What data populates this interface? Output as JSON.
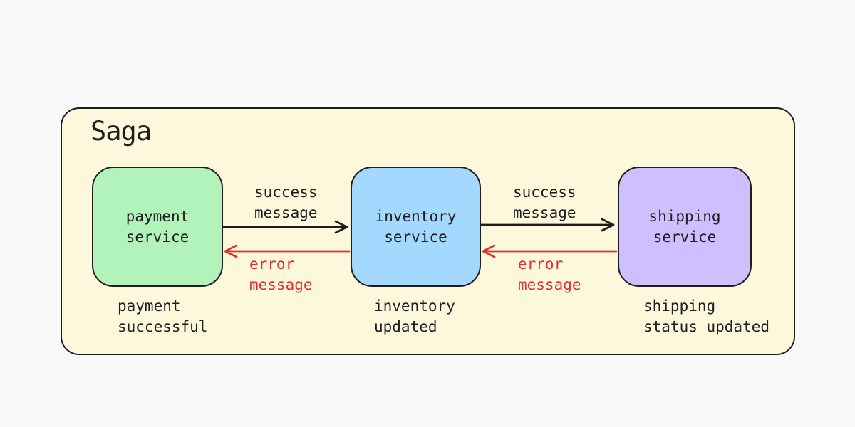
{
  "diagram": {
    "title": "Saga",
    "type": "saga-pattern-flow",
    "colors": {
      "page_background": "#f9f9f9",
      "container_fill": "#fdf7dc",
      "stroke": "#1e1e1e",
      "success_arrow": "#1e1e1e",
      "error_arrow": "#e03131",
      "payment_fill": "#b2f2bb",
      "inventory_fill": "#a5d8ff",
      "shipping_fill": "#d0bfff"
    },
    "nodes": [
      {
        "id": "payment-service",
        "label": [
          "payment",
          "service"
        ],
        "fill": "#b2f2bb",
        "caption": [
          "payment",
          "successful"
        ]
      },
      {
        "id": "inventory-service",
        "label": [
          "inventory",
          "service"
        ],
        "fill": "#a5d8ff",
        "caption": [
          "inventory",
          "updated"
        ]
      },
      {
        "id": "shipping-service",
        "label": [
          "shipping",
          "service"
        ],
        "fill": "#d0bfff",
        "caption": [
          "shipping",
          "status updated"
        ]
      }
    ],
    "edges": [
      {
        "from": "payment-service",
        "to": "inventory-service",
        "kind": "success",
        "direction": "right",
        "color": "#1e1e1e",
        "label": [
          "success",
          "message"
        ]
      },
      {
        "from": "inventory-service",
        "to": "payment-service",
        "kind": "error",
        "direction": "left",
        "color": "#e03131",
        "label": [
          "error",
          "message"
        ]
      },
      {
        "from": "inventory-service",
        "to": "shipping-service",
        "kind": "success",
        "direction": "right",
        "color": "#1e1e1e",
        "label": [
          "success",
          "message"
        ]
      },
      {
        "from": "shipping-service",
        "to": "inventory-service",
        "kind": "error",
        "direction": "left",
        "color": "#e03131",
        "label": [
          "error",
          "message"
        ]
      }
    ]
  }
}
